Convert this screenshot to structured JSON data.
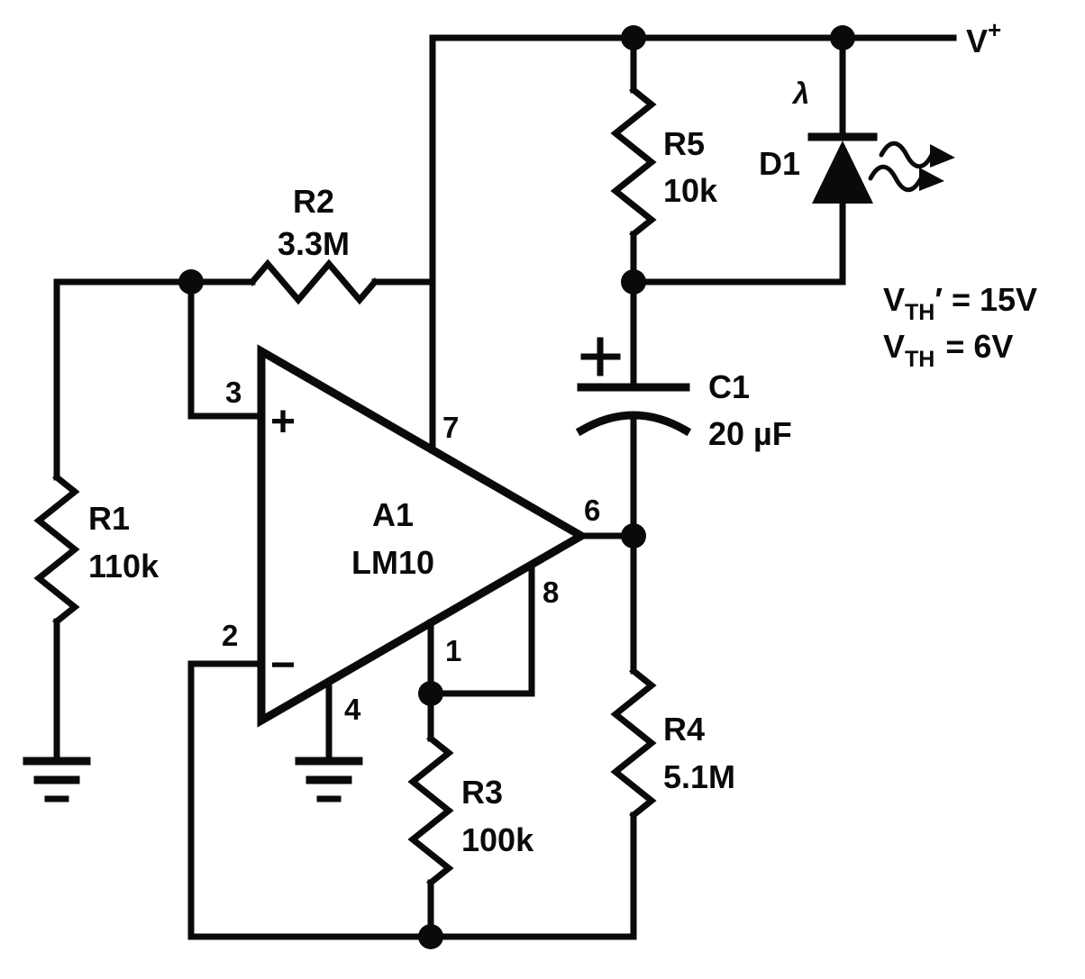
{
  "power": {
    "rail": "V",
    "rail_superscript": "+"
  },
  "thresholds": {
    "line1": {
      "symbol": "V",
      "subscript": "TH",
      "rest": "′ = 15V"
    },
    "line2": {
      "symbol": "V",
      "subscript": "TH",
      "rest": "= 6V"
    }
  },
  "opamp": {
    "designator": "A1",
    "part": "LM10",
    "plus_sign": "+",
    "minus_sign": "−",
    "pins": {
      "noninverting": "3",
      "inverting": "2",
      "supply": "7",
      "output": "6",
      "balance": "8",
      "reference": "1",
      "ground": "4"
    }
  },
  "resistors": {
    "r1": {
      "ref": "R1",
      "value": "110k"
    },
    "r2": {
      "ref": "R2",
      "value": "3.3M"
    },
    "r3": {
      "ref": "R3",
      "value": "100k"
    },
    "r4": {
      "ref": "R4",
      "value": "5.1M"
    },
    "r5": {
      "ref": "R5",
      "value": "10k"
    }
  },
  "capacitor": {
    "ref": "C1",
    "value": "20 µF",
    "polarity": "+"
  },
  "led": {
    "ref": "D1",
    "lambda": "λ"
  }
}
